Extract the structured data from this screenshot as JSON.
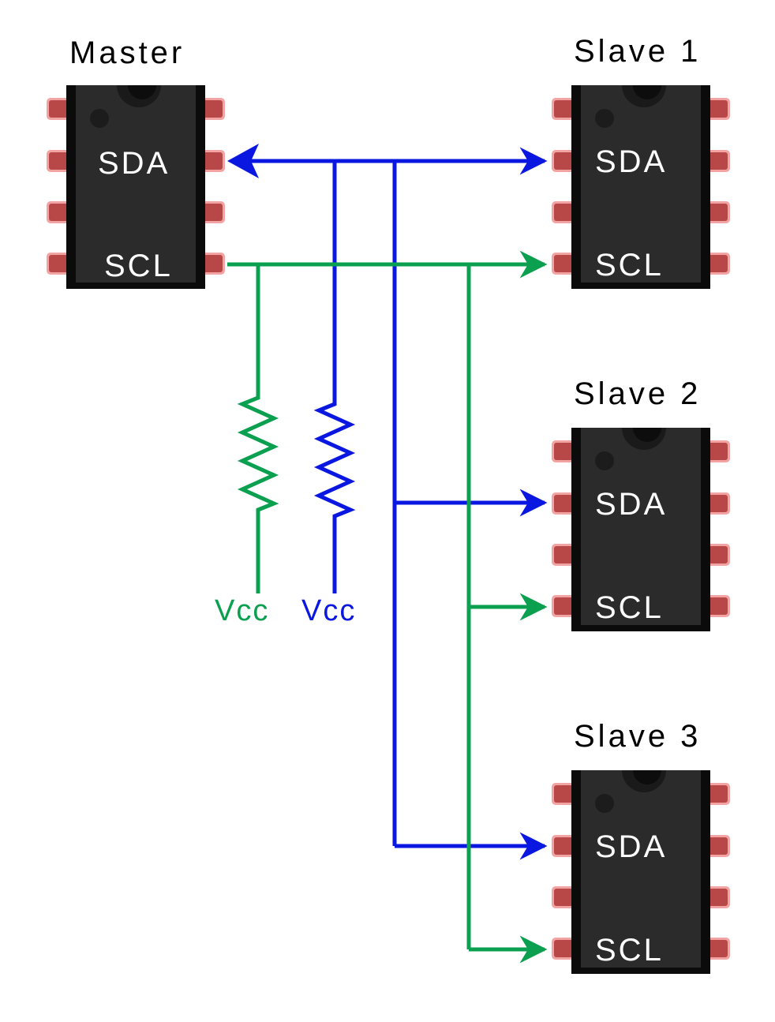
{
  "colors": {
    "sda": "#0a17e0",
    "scl": "#0aa050",
    "chip_body": "#2b2b2b",
    "chip_edge": "#0b0b0b",
    "pin_fill": "#b84848",
    "pin_glow": "#f2a3a3"
  },
  "chips": [
    {
      "title": "Master",
      "sda_label": "SDA",
      "scl_label": "SCL"
    },
    {
      "title": "Slave 1",
      "sda_label": "SDA",
      "scl_label": "SCL"
    },
    {
      "title": "Slave 2",
      "sda_label": "SDA",
      "scl_label": "SCL"
    },
    {
      "title": "Slave 3",
      "sda_label": "SDA",
      "scl_label": "SCL"
    }
  ],
  "pullups": {
    "scl_supply_label": "Vcc",
    "sda_supply_label": "Vcc"
  }
}
